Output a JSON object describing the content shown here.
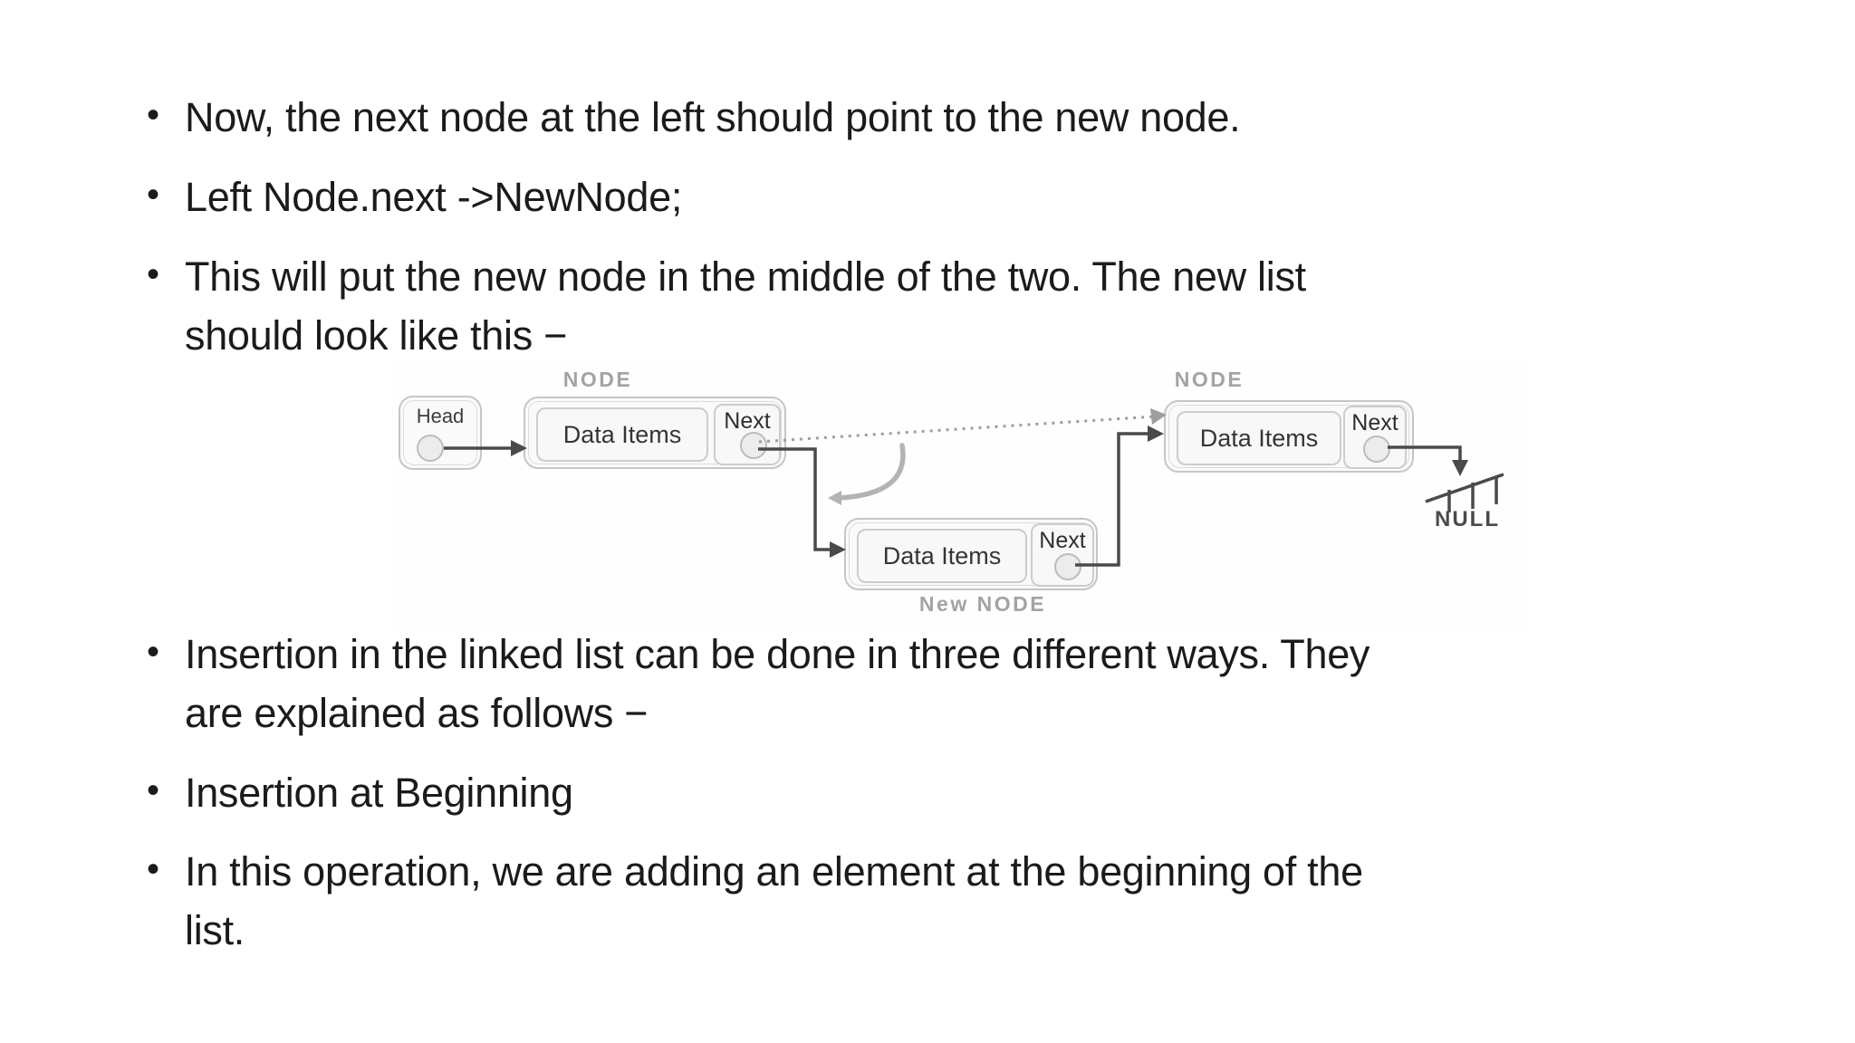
{
  "slide": {
    "bullet_char": "•",
    "text_color": "#1b1b1b",
    "background_color": "#ffffff",
    "bullets": [
      {
        "lines": [
          "Now, the next node at the left should point to the new node."
        ]
      },
      {
        "lines": [
          "Left Node.next ->NewNode;"
        ]
      },
      {
        "lines": [
          "This will put the new node in the middle of the two. The new list",
          "should look like this −"
        ]
      },
      {
        "lines": [
          "Insertion in the linked list can be done in three different ways. They",
          "are explained as follows −"
        ]
      },
      {
        "lines": [
          "Insertion at Beginning"
        ]
      },
      {
        "lines": [
          "In this operation, we are adding an element at the beginning of the",
          "list."
        ]
      }
    ]
  },
  "diagram": {
    "head_label": "Head",
    "left_node": {
      "caption": "NODE",
      "data_label": "Data Items",
      "next_label": "Next"
    },
    "new_node": {
      "caption": "New NODE",
      "data_label": "Data Items",
      "next_label": "Next"
    },
    "right_node": {
      "caption": "NODE",
      "data_label": "Data Items",
      "next_label": "Next"
    },
    "null_label": "NULL",
    "colors": {
      "line": "#4a4a4a",
      "dotted_line": "#9e9e9e",
      "curve": "#b3b3b3",
      "muted_label": "#a3a3a3",
      "box_border": "#c6c6c6",
      "box_fill": "#fafafa"
    }
  }
}
